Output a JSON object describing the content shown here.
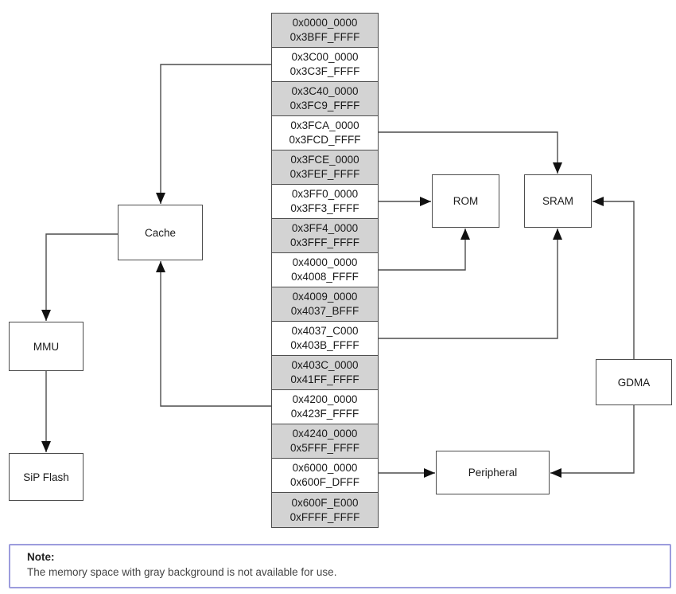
{
  "diagram": {
    "memory_map": {
      "rows": [
        {
          "start": "0x0000_0000",
          "end": "0x3BFF_FFFF",
          "available": false
        },
        {
          "start": "0x3C00_0000",
          "end": "0x3C3F_FFFF",
          "available": true
        },
        {
          "start": "0x3C40_0000",
          "end": "0x3FC9_FFFF",
          "available": false
        },
        {
          "start": "0x3FCA_0000",
          "end": "0x3FCD_FFFF",
          "available": true
        },
        {
          "start": "0x3FCE_0000",
          "end": "0x3FEF_FFFF",
          "available": false
        },
        {
          "start": "0x3FF0_0000",
          "end": "0x3FF3_FFFF",
          "available": true
        },
        {
          "start": "0x3FF4_0000",
          "end": "0x3FFF_FFFF",
          "available": false
        },
        {
          "start": "0x4000_0000",
          "end": "0x4008_FFFF",
          "available": true
        },
        {
          "start": "0x4009_0000",
          "end": "0x4037_BFFF",
          "available": false
        },
        {
          "start": "0x4037_C000",
          "end": "0x403B_FFFF",
          "available": true
        },
        {
          "start": "0x403C_0000",
          "end": "0x41FF_FFFF",
          "available": false
        },
        {
          "start": "0x4200_0000",
          "end": "0x423F_FFFF",
          "available": true
        },
        {
          "start": "0x4240_0000",
          "end": "0x5FFF_FFFF",
          "available": false
        },
        {
          "start": "0x6000_0000",
          "end": "0x600F_DFFF",
          "available": true
        },
        {
          "start": "0x600F_E000",
          "end": "0xFFFF_FFFF",
          "available": false
        }
      ]
    },
    "blocks": {
      "cache": {
        "label": "Cache"
      },
      "mmu": {
        "label": "MMU"
      },
      "sip_flash": {
        "label": "SiP Flash"
      },
      "rom": {
        "label": "ROM"
      },
      "sram": {
        "label": "SRAM"
      },
      "gdma": {
        "label": "GDMA"
      },
      "peripheral": {
        "label": "Peripheral"
      }
    },
    "colors": {
      "unavailable_row_bg": "#d3d3d3",
      "available_row_bg": "#ffffff",
      "line": "#4d4d4d",
      "note_border": "#9c9cdd"
    }
  },
  "note": {
    "title": "Note:",
    "text": "The memory space with gray background is not available for use."
  }
}
